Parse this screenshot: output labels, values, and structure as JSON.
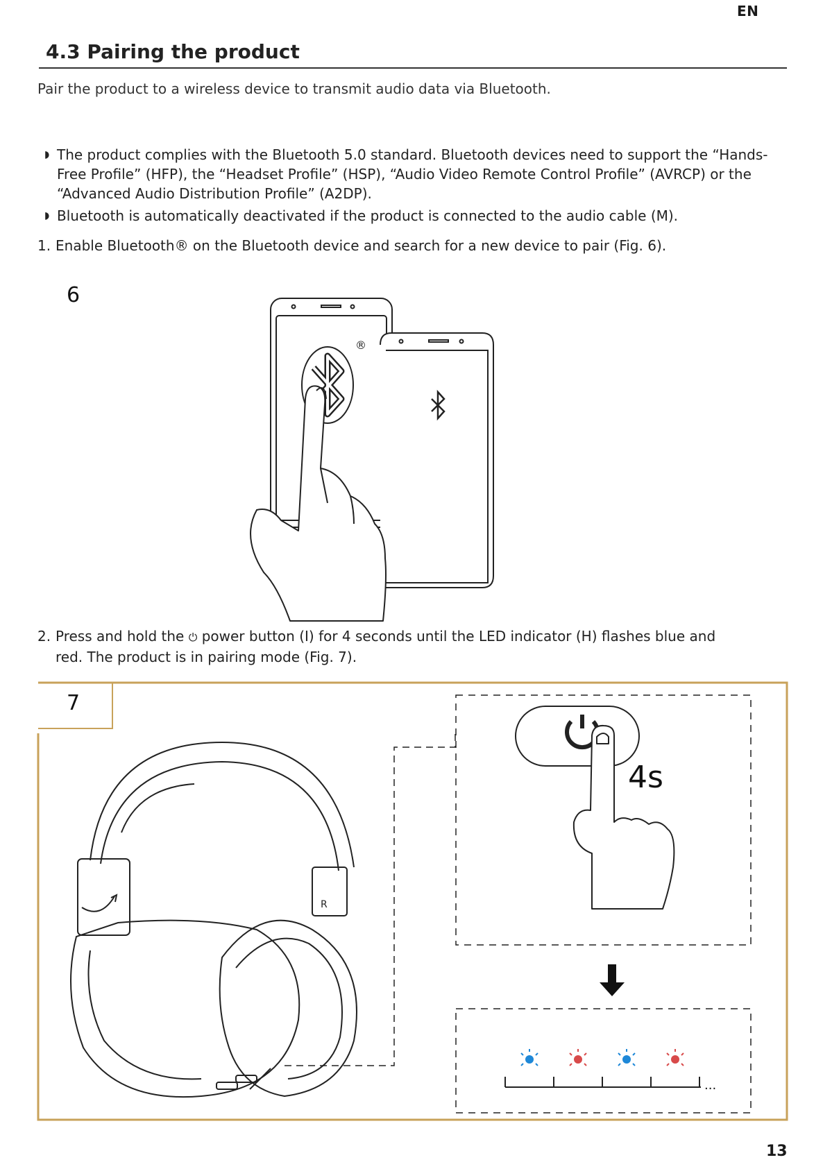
{
  "header": {
    "language": "EN"
  },
  "section": {
    "title": "4.3 Pairing the product"
  },
  "intro": "Pair the product to a wireless device to transmit audio data via Bluetooth.",
  "notes": [
    "The product complies with the Bluetooth 5.0 standard. Bluetooth devices need to support the “Hands-Free Profile” (HFP), the “Headset Profile” (HSP), “Audio Video Remote Control Profile” (AVRCP) or the “Advanced Audio Distribution Profile” (A2DP).",
    "Bluetooth is automatically deactivated if the product is connected to the audio cable (M)."
  ],
  "steps": [
    {
      "number": "1.",
      "text": "Enable Bluetooth® on the Bluetooth device and search for a new device to pair (Fig. 6)."
    },
    {
      "number": "2.",
      "text_before_icon": "Press and hold the",
      "text_after_icon": "power button (I) for 4 seconds until the LED indicator (H) flashes blue and",
      "text_line2": "red. The product is in pairing mode (Fig. 7)."
    }
  ],
  "figures": {
    "fig6": {
      "label": "6",
      "registered_mark": "®"
    },
    "fig7": {
      "label": "7",
      "hold_time": "4s",
      "ellipsis": "...",
      "headphone_marks": "R"
    }
  },
  "icons": {
    "bullet": "▸",
    "power": "⏻"
  },
  "colors": {
    "frame": "#c8a25a",
    "led_blue": "#1e88d8",
    "led_red": "#d84a4a"
  },
  "footer": {
    "page_number": "13"
  }
}
